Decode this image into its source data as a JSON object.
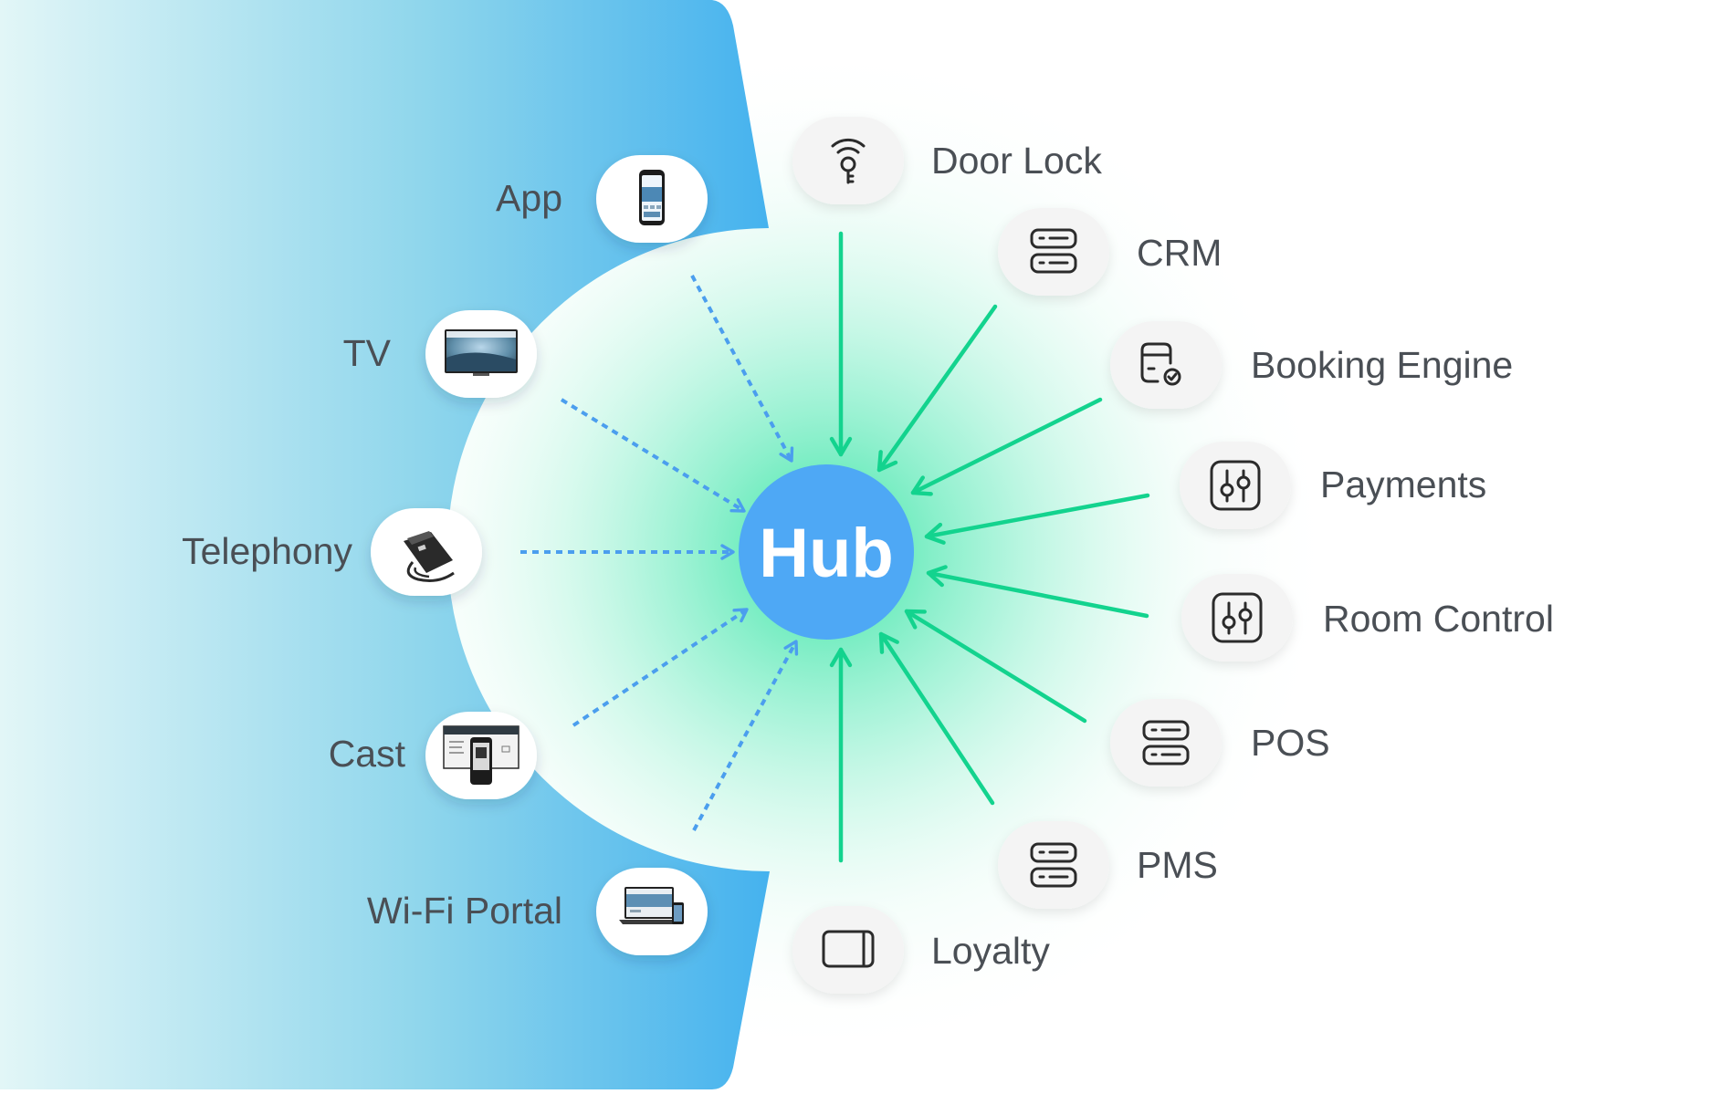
{
  "hub": {
    "label": "Hub"
  },
  "channels": [
    {
      "label": "App",
      "icon": "smartphone-app-icon"
    },
    {
      "label": "TV",
      "icon": "tv-icon"
    },
    {
      "label": "Telephony",
      "icon": "desk-phone-icon"
    },
    {
      "label": "Cast",
      "icon": "cast-screen-icon"
    },
    {
      "label": "Wi-Fi Portal",
      "icon": "laptop-portal-icon"
    }
  ],
  "integrations": [
    {
      "label": "Door Lock",
      "icon": "key-wireless-icon"
    },
    {
      "label": "CRM",
      "icon": "server-icon"
    },
    {
      "label": "Booking Engine",
      "icon": "card-check-icon"
    },
    {
      "label": "Payments",
      "icon": "sliders-icon"
    },
    {
      "label": "Room Control",
      "icon": "sliders-icon"
    },
    {
      "label": "POS",
      "icon": "server-icon"
    },
    {
      "label": "PMS",
      "icon": "server-icon"
    },
    {
      "label": "Loyalty",
      "icon": "tablet-icon"
    }
  ],
  "colors": {
    "hub": "#4ea8f5",
    "channel_arrow": "#4b9eee",
    "integration_arrow": "#13d38e",
    "label_text": "#4a4f55",
    "icon_stroke": "#2b2b2b"
  }
}
